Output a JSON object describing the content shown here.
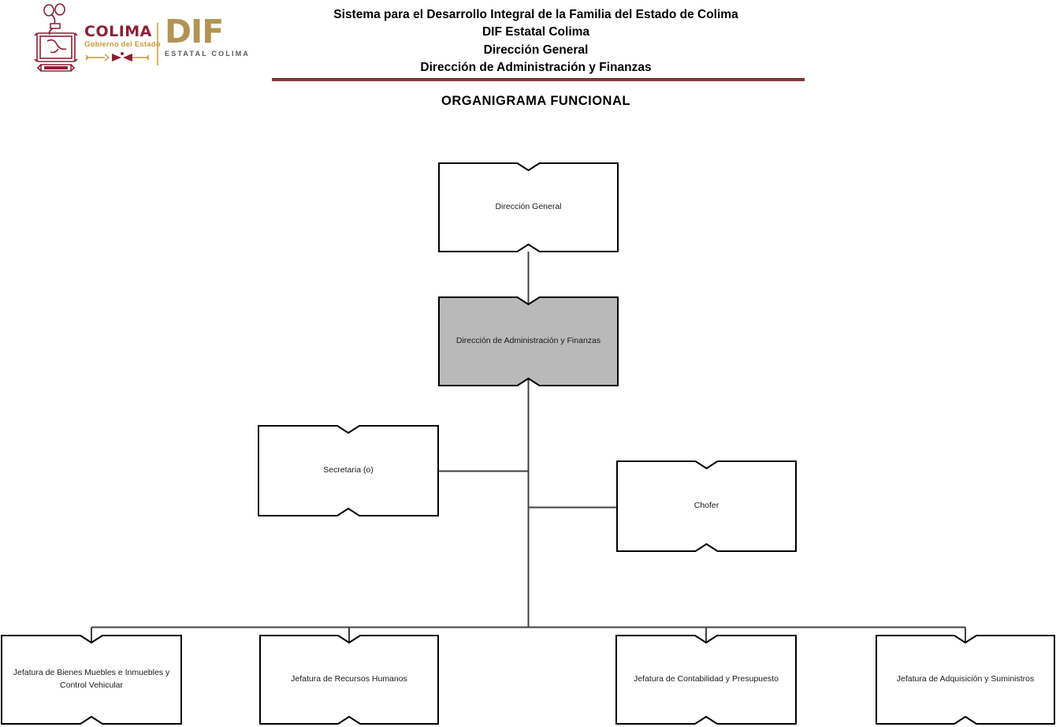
{
  "header": {
    "logo": {
      "colima_wordmark": "COLIMA",
      "colima_tagline": "Gobierno del Estado",
      "dif_wordmark": "DIF",
      "dif_tagline": "ESTATAL COLIMA"
    },
    "title_lines": [
      "Sistema para el Desarrollo Integral de la Familia del Estado de Colima",
      "DIF Estatal Colima",
      "Dirección General",
      "Dirección de Administración y Finanzas"
    ],
    "heading": "ORGANIGRAMA FUNCIONAL"
  },
  "colors": {
    "maroon": "#8a2136",
    "gold": "#c49b3f",
    "dif_tan": "#b29455",
    "rule": "#8c3a3e",
    "box_gray": "#b9b9b9",
    "line": "#404040",
    "text": "#1a1a1a",
    "dif_gray": "#58595b"
  },
  "org_chart": {
    "nodes": [
      {
        "id": "direccion-general",
        "label": "Dirección General",
        "level": 1,
        "fill": "white"
      },
      {
        "id": "direccion-administracion-finanzas",
        "label": "Dirección de Administración y Finanzas",
        "level": 2,
        "fill": "gray"
      },
      {
        "id": "secretaria",
        "label": "Secretaria (o)",
        "level": 3,
        "fill": "white"
      },
      {
        "id": "chofer",
        "label": "Chofer",
        "level": 3,
        "fill": "white"
      },
      {
        "id": "jefatura-bienes-muebles",
        "label": "Jefatura de Bienes Muebles e Inmuebles y Control Vehicular",
        "level": 4,
        "fill": "white"
      },
      {
        "id": "jefatura-recursos-humanos",
        "label": "Jefatura de Recursos Humanos",
        "level": 4,
        "fill": "white"
      },
      {
        "id": "jefatura-contabilidad",
        "label": "Jefatura de Contabilidad y Presupuesto",
        "level": 4,
        "fill": "white"
      },
      {
        "id": "jefatura-adquisicion",
        "label": "Jefatura de Adquisición y Suministros",
        "level": 4,
        "fill": "white"
      }
    ]
  }
}
